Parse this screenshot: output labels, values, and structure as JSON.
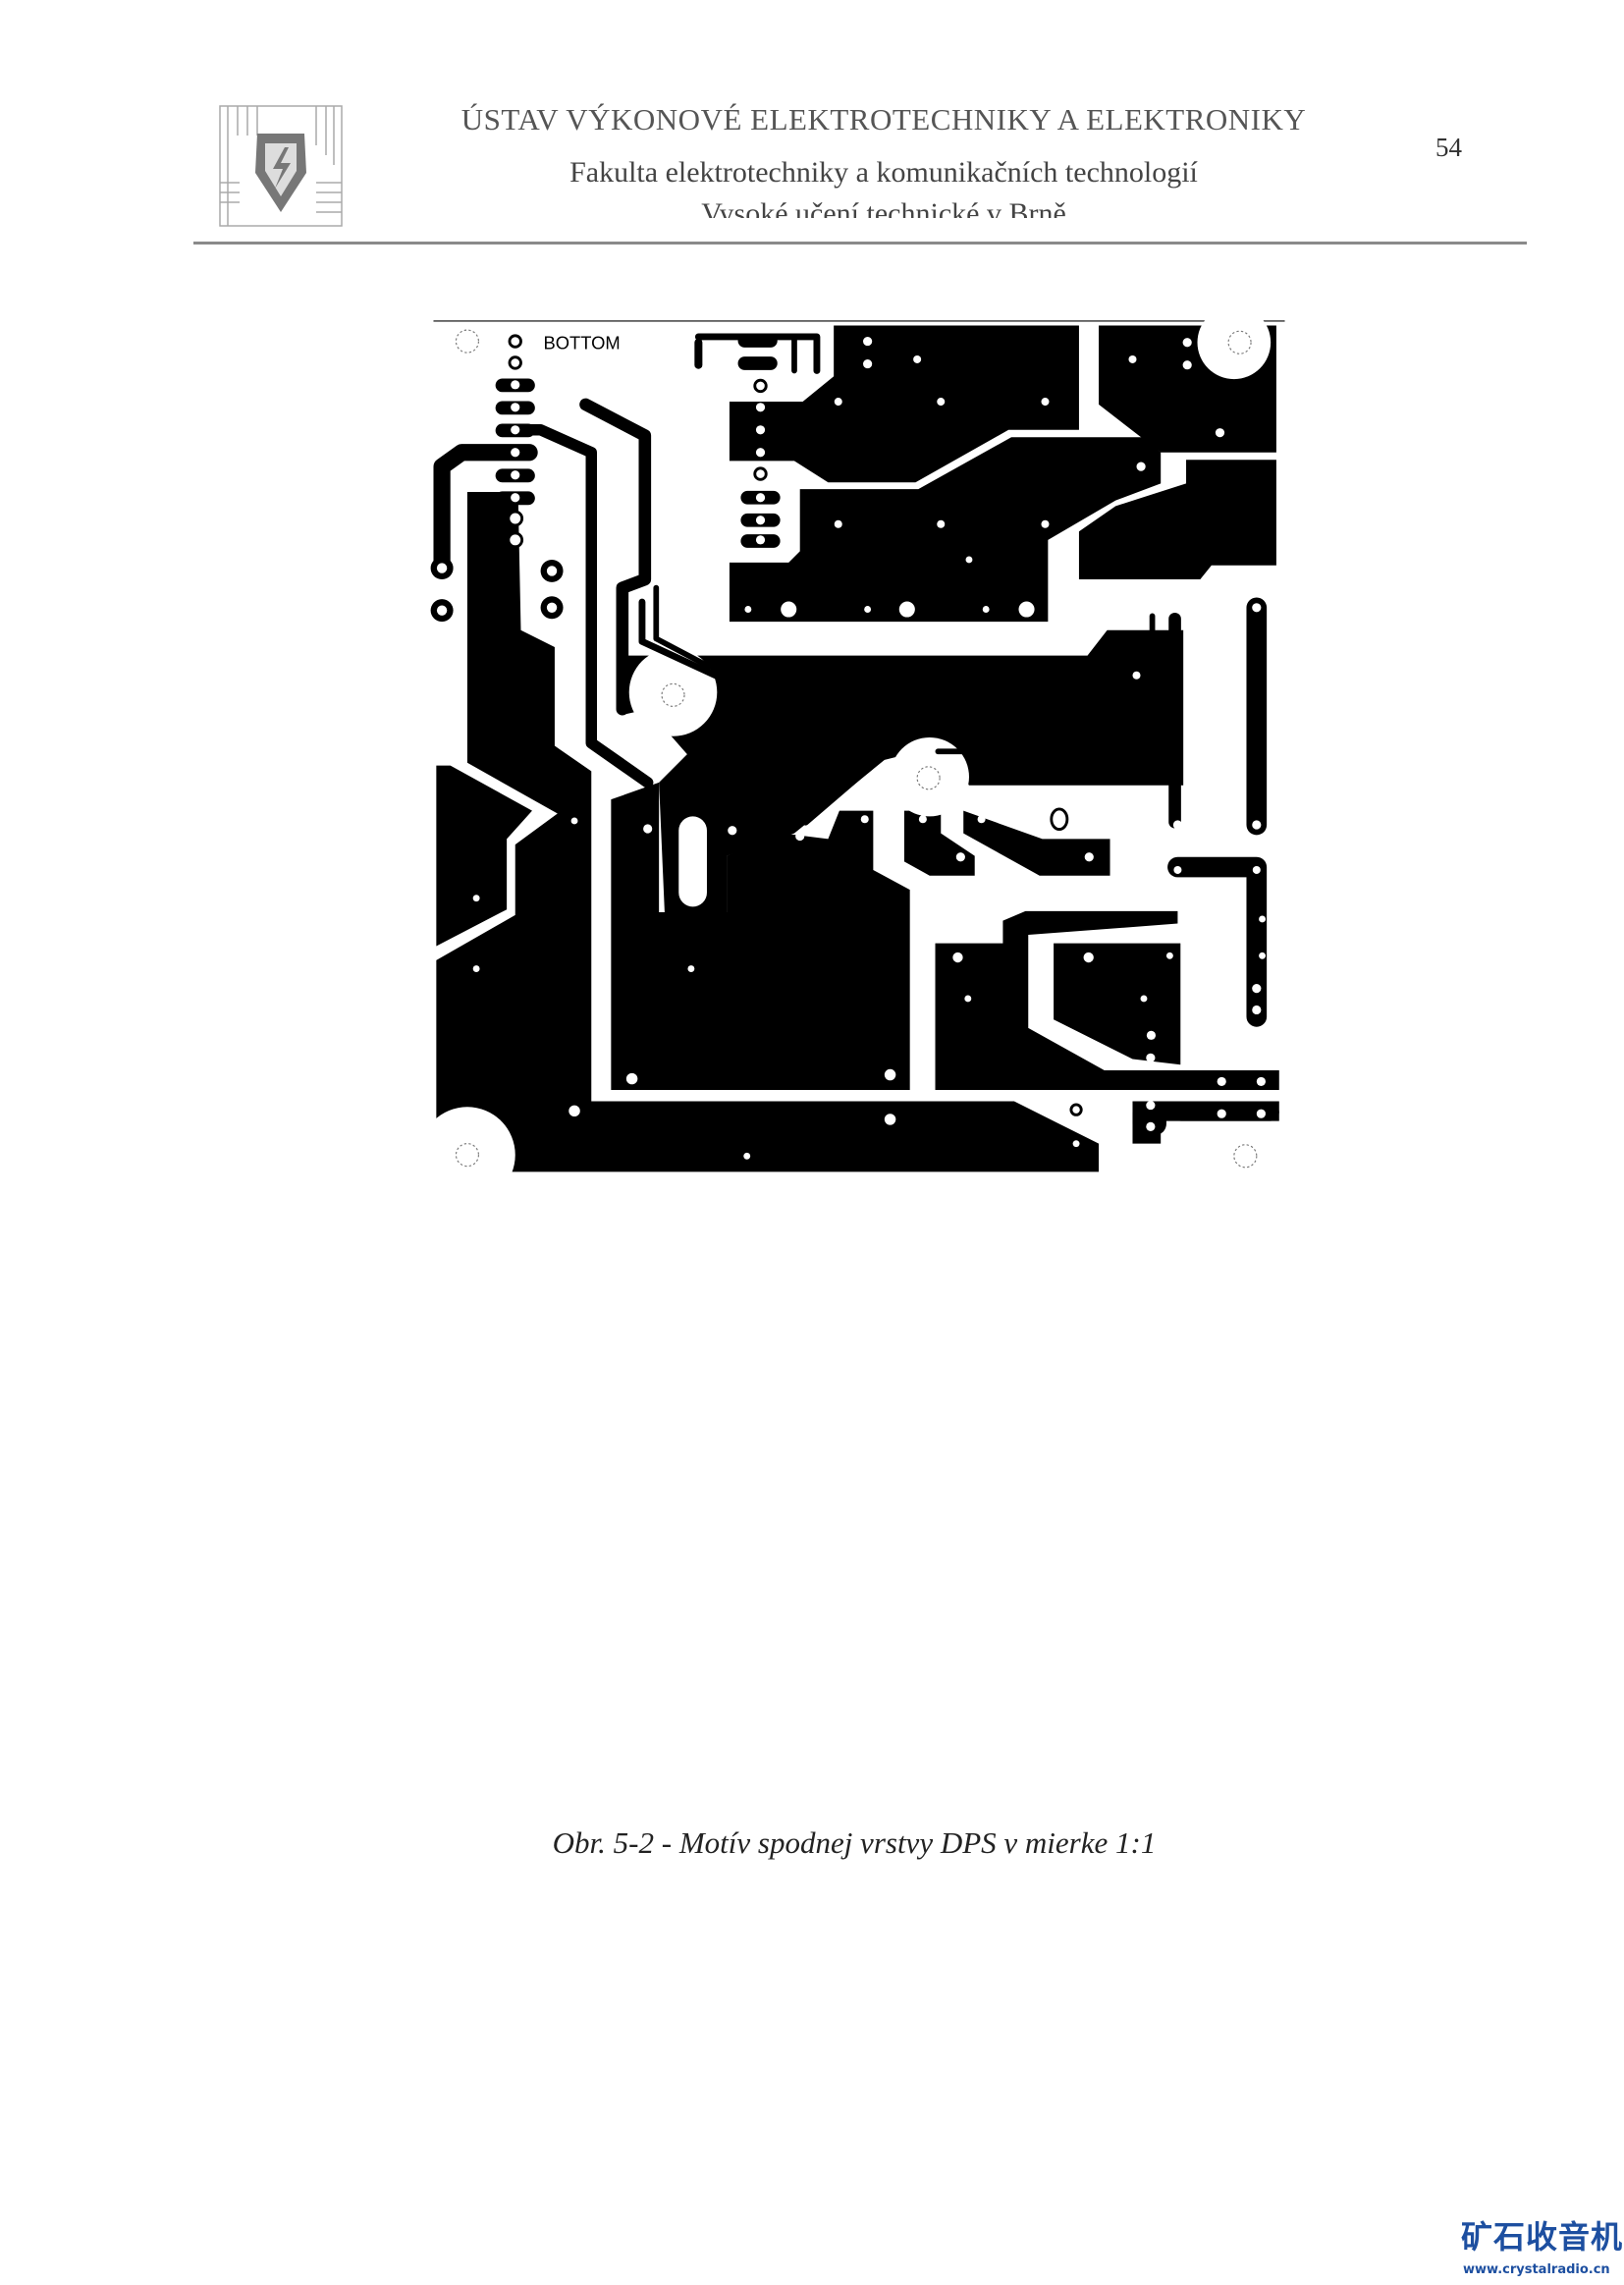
{
  "header": {
    "institute": "ÚSTAV VÝKONOVÉ ELEKTROTECHNIKY A ELEKTRONIKY",
    "faculty": "Fakulta elektrotechniky a komunikačních technologií",
    "university": "Vysoké učení technické v Brně",
    "page_number": "54"
  },
  "figure": {
    "layer_label": "BOTTOM",
    "caption": "Obr. 5-2 - Motív spodnej vrstvy DPS v mierke 1:1"
  },
  "watermark": {
    "title": "矿石收音机",
    "url": "www.crystalradio.cn",
    "color": "#1d4fa0"
  }
}
